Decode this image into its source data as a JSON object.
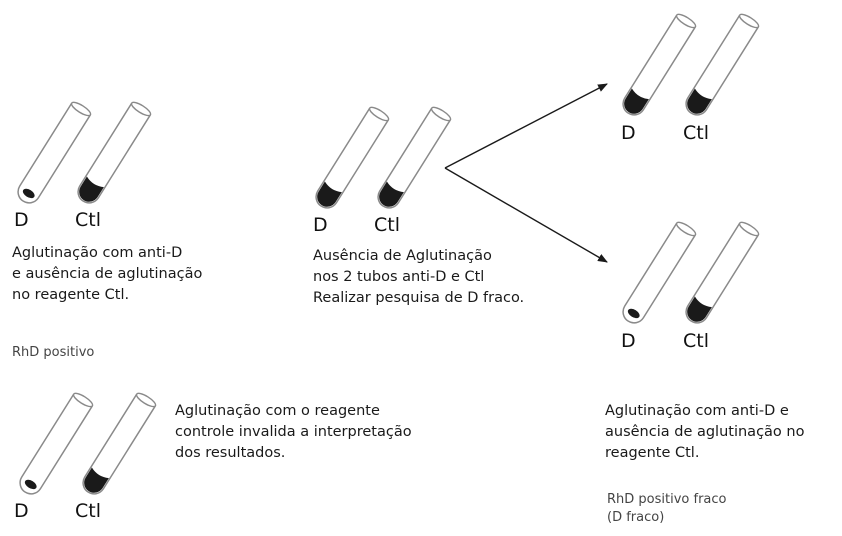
{
  "tube_labels": {
    "anti_d": "D",
    "control": "Ctl"
  },
  "panels": {
    "rhd_positive": {
      "description": "Aglutinação com anti-D\ne ausência de aglutinação\nno reagente Ctl.",
      "result": "RhD positivo"
    },
    "no_agglutination": {
      "description": "Ausência de Aglutinação\nnos 2 tubos anti-D e Ctl\nRealizar pesquisa de D fraco."
    },
    "invalid_control": {
      "description": "Aglutinação com o reagente\ncontrole invalida a interpretação\ndos resultados."
    },
    "weak_d": {
      "description": "Aglutinação com anti-D e\nausência de aglutinação no\nreagente Ctl.",
      "result": "RhD positivo fraco\n(D fraco)"
    }
  },
  "tube_fill": {
    "agglutinated": "button",
    "negative": "sediment"
  },
  "colors": {
    "tube_stroke": "#8a8a8a",
    "sediment": "#1a1a1a",
    "text": "#1a1a1a",
    "result_text": "#444444"
  }
}
